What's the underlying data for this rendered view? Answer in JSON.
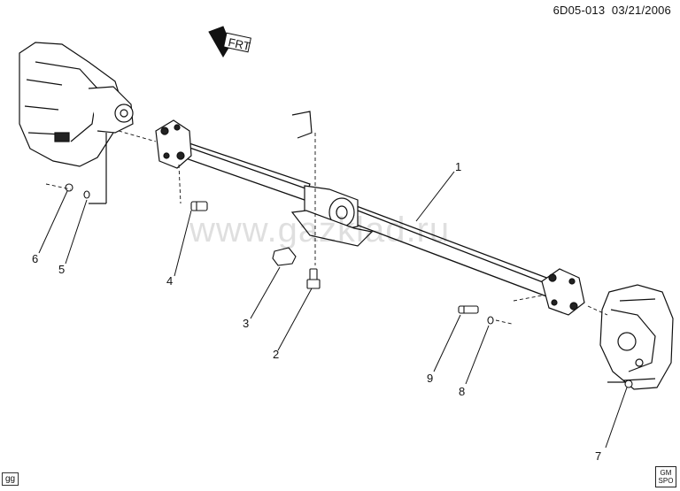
{
  "header": {
    "code": "6D05-013",
    "date": "03/21/2006"
  },
  "front_label": "FRT",
  "corner_code": "gg",
  "gm_logo": [
    "GM",
    "SPO"
  ],
  "watermark": "www.gazklad.ru",
  "callouts": [
    "1",
    "2",
    "3",
    "4",
    "5",
    "6",
    "7",
    "8",
    "9"
  ],
  "colors": {
    "line": "#111111",
    "fill": "#ffffff",
    "shade": "#d9d9d9"
  }
}
